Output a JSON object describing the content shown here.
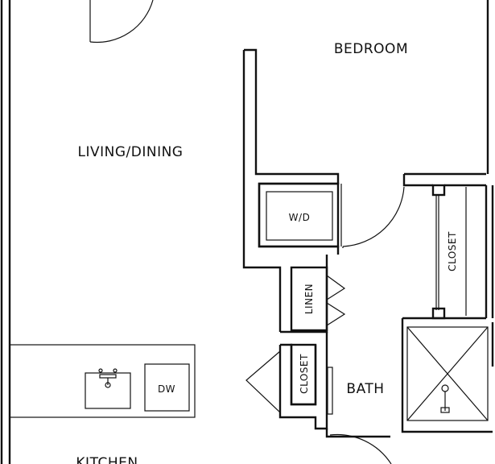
{
  "rooms": {
    "bedroom": "BEDROOM",
    "living_dining": "LIVING/DINING",
    "washer_dryer": "W/D",
    "closet_bedroom": "CLOSET",
    "linen": "LINEN",
    "closet_bath": "CLOSET",
    "bath": "BATH",
    "dishwasher": "DW",
    "kitchen": "KITCHEN"
  }
}
